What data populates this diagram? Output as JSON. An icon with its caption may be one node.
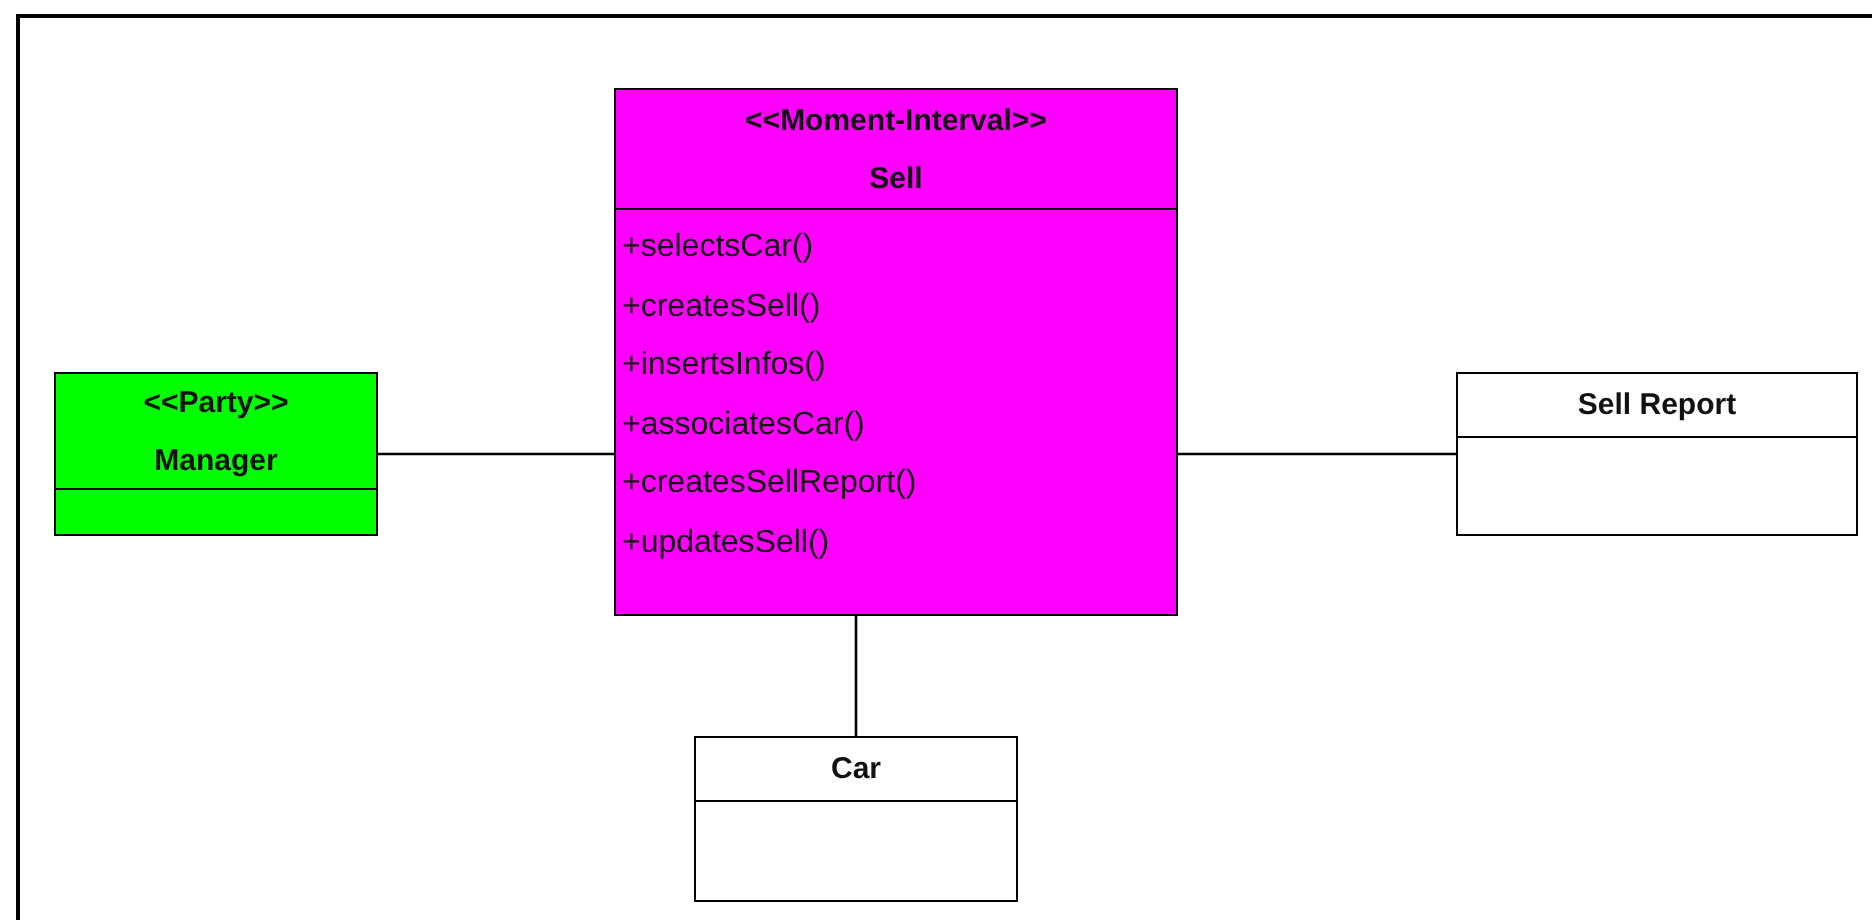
{
  "diagram": {
    "nodes": [
      {
        "text": [
          "<<Moment-Interval>>",
          "Sell",
          "+selectsCar()",
          "+createsSell()",
          "+insertsInfos()",
          "+associatesCar()",
          "+createsSellReport()",
          "+updatesSell()"
        ]
      },
      {
        "text": [
          "<<Party>>",
          "Manager"
        ]
      },
      {
        "text": [
          "Sell Report"
        ]
      },
      {
        "text": [
          "Car"
        ]
      }
    ],
    "edges": [
      {
        "from": 1,
        "to": 0,
        "arrow": "none"
      },
      {
        "from": 0,
        "to": 2,
        "arrow": "none"
      },
      {
        "from": 0,
        "to": 3,
        "arrow": "none"
      }
    ]
  }
}
